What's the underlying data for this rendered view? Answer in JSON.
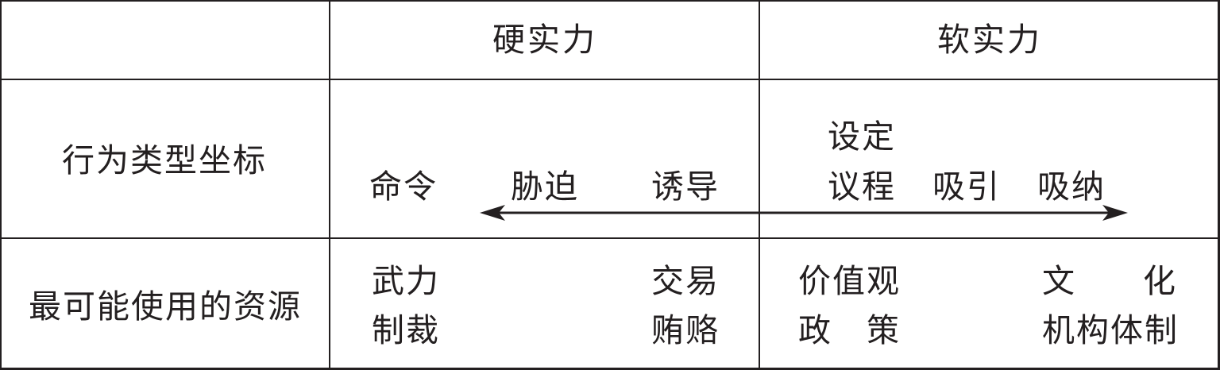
{
  "header": {
    "hard_power": "硬实力",
    "soft_power": "软实力"
  },
  "rows": {
    "behavior": {
      "label": "行为类型坐标",
      "hard": [
        "命令",
        "胁迫",
        "诱导"
      ],
      "soft_top": "设定",
      "soft": [
        "议程",
        "吸引",
        "吸纳"
      ]
    },
    "resources": {
      "label": "最可能使用的资源",
      "hard_left": [
        "武力",
        "制裁"
      ],
      "hard_right": [
        "交易",
        "贿赂"
      ],
      "soft_left": [
        "价值观",
        "政　策"
      ],
      "soft_right_top": [
        "文",
        "化"
      ],
      "soft_right_bottom": "机构体制"
    }
  },
  "colors": {
    "line": "#231f20",
    "background": "#ffffff"
  }
}
